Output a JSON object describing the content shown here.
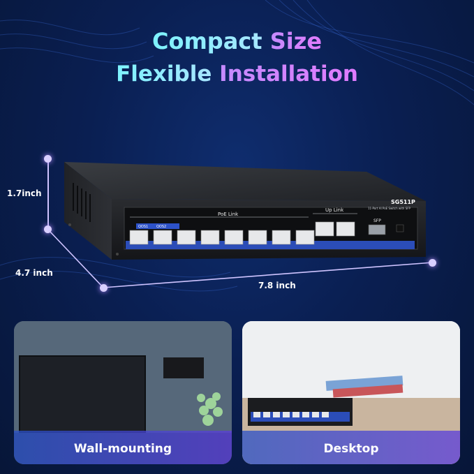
{
  "headline": {
    "line1_a": "Compact",
    "line1_b": "Size",
    "line2_a": "Flexible",
    "line2_b": "Installation"
  },
  "dimensions": {
    "height": "1.7inch",
    "depth": "4.7 inch",
    "width": "7.8 inch"
  },
  "device": {
    "model": "SG511P",
    "subtitle": "11-Port AI PoE Switch with SFP",
    "qos1": "QOS1",
    "qos2": "QOS2",
    "poe_link": "PoE Link",
    "up_link": "Up Link",
    "sfp": "SFP"
  },
  "panels": {
    "left_label": "Wall-mounting",
    "right_label": "Desktop"
  },
  "colors": {
    "background": "#0a1f52",
    "accent_cyan": "#7df3ff",
    "accent_purple": "#c58bff",
    "port_bar": "#2b4db8"
  }
}
